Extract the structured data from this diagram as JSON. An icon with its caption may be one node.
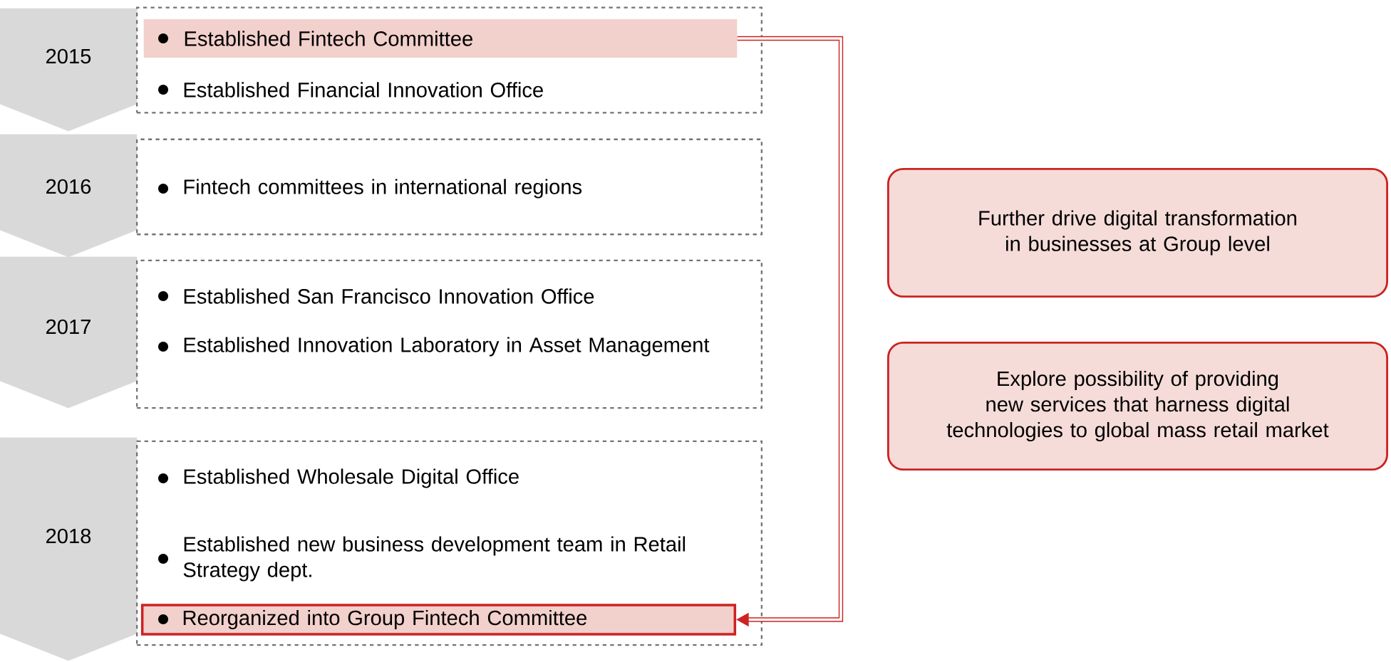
{
  "diagram": {
    "nodes": [
      {
        "text": [
          "2015"
        ]
      },
      {
        "text": [
          "Established Financial Innovation Office"
        ]
      },
      {
        "text": [
          "Established Fintech Committee"
        ],
        "in": 1
      },
      {
        "text": [
          "2016"
        ]
      },
      {
        "text": [
          "Fintech committees in international regions"
        ]
      },
      {
        "text": [
          "2017"
        ]
      },
      {
        "text": [
          "Established San Francisco Innovation Office",
          "Established Innovation Laboratory in Asset Management"
        ]
      },
      {
        "text": [
          "2018"
        ]
      },
      {
        "text": [
          "Established Wholesale Digital Office",
          "Established new business development team in Retail Strategy dept."
        ]
      },
      {
        "text": [
          "Reorganized into Group Fintech Committee"
        ],
        "in": 8
      },
      {
        "text": [
          "Further drive digital transformation in businesses at Group level"
        ]
      },
      {
        "text": [
          "Explore possibility of providing new services that harness digital technologies to global mass retail market"
        ]
      }
    ],
    "edges": [
      {
        "from": 2,
        "to": 9,
        "arrow": "to"
      }
    ]
  }
}
